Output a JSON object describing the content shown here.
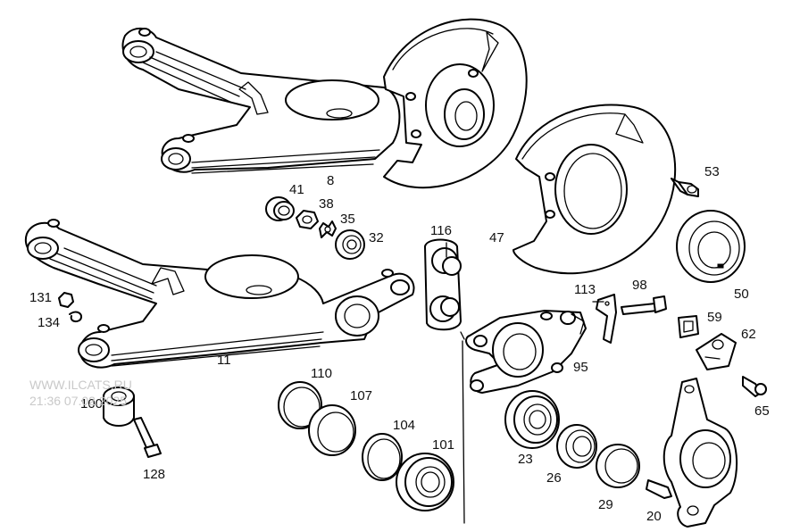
{
  "watermark": {
    "site": "WWW.ILCATS.RU",
    "time": "21:36 07.02.2025"
  },
  "callouts": [
    "8",
    "41",
    "38",
    "35",
    "32",
    "116",
    "47",
    "53",
    "50",
    "113",
    "98",
    "59",
    "62",
    "131",
    "134",
    "11",
    "95",
    "65",
    "110",
    "107",
    "104",
    "101",
    "23",
    "26",
    "29",
    "20",
    "128",
    "100"
  ]
}
